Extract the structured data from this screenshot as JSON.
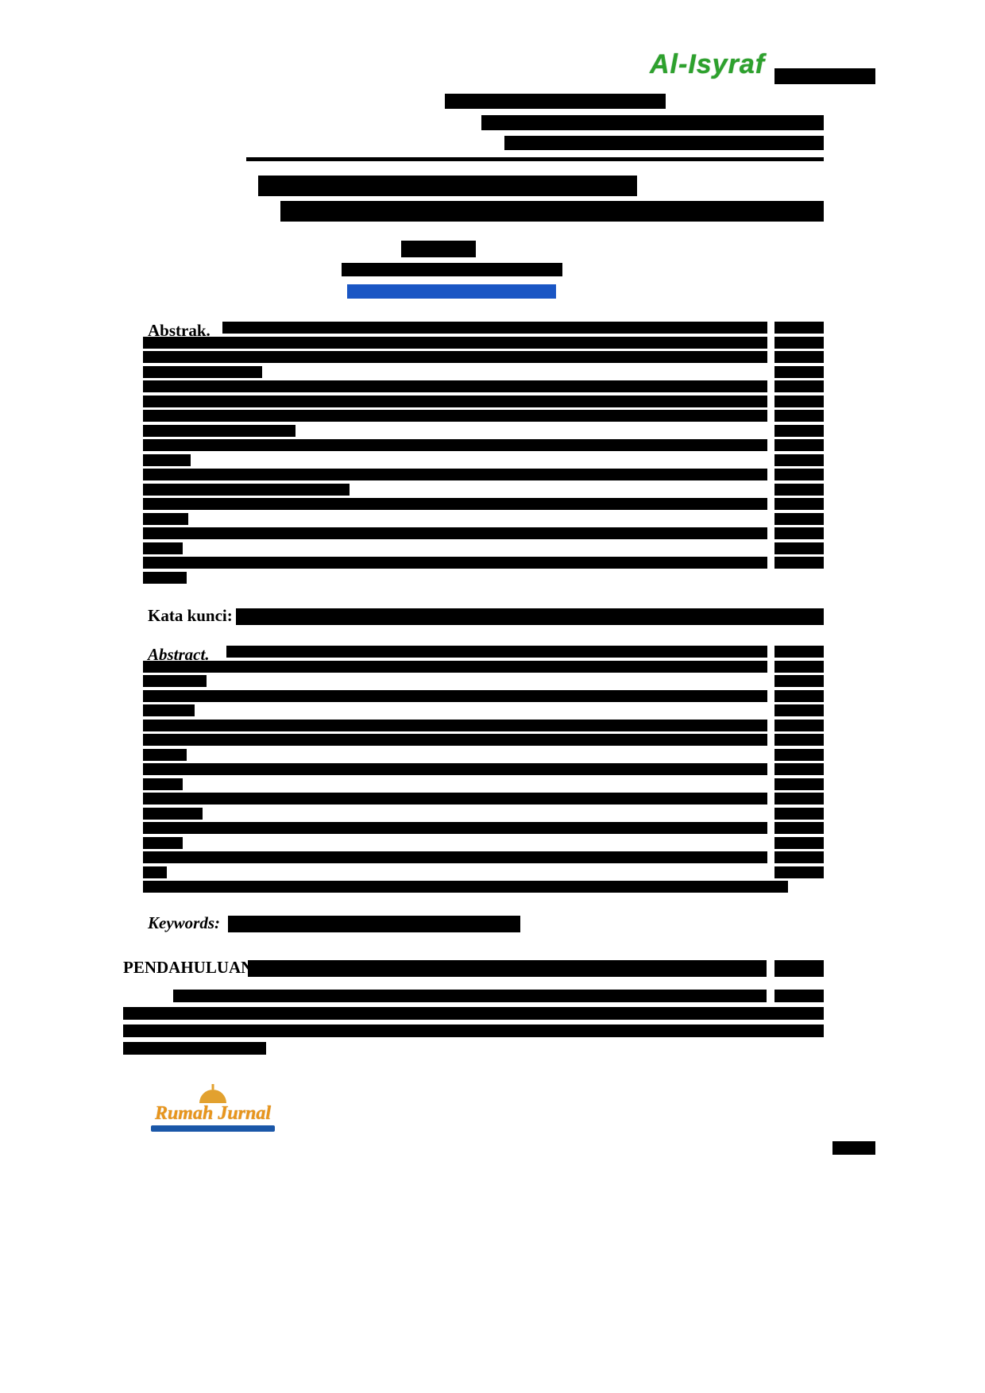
{
  "header": {
    "journal_logo_text": "Al-Isyraf"
  },
  "sections": {
    "abstrak_label": "Abstrak.",
    "kata_kunci_label": "Kata kunci:",
    "abstract_label": "Abstract.",
    "keywords_label": "Keywords:",
    "pendahuluan_label": "PENDAHULUAN"
  },
  "footer": {
    "logo_text": "Rumah Jurnal"
  },
  "colors": {
    "logo_green": "#2da12d",
    "link_blue": "#1a56c4",
    "footer_orange": "#e8951c",
    "footer_ribbon_blue": "#1a57a8",
    "redaction_black": "#000000"
  }
}
